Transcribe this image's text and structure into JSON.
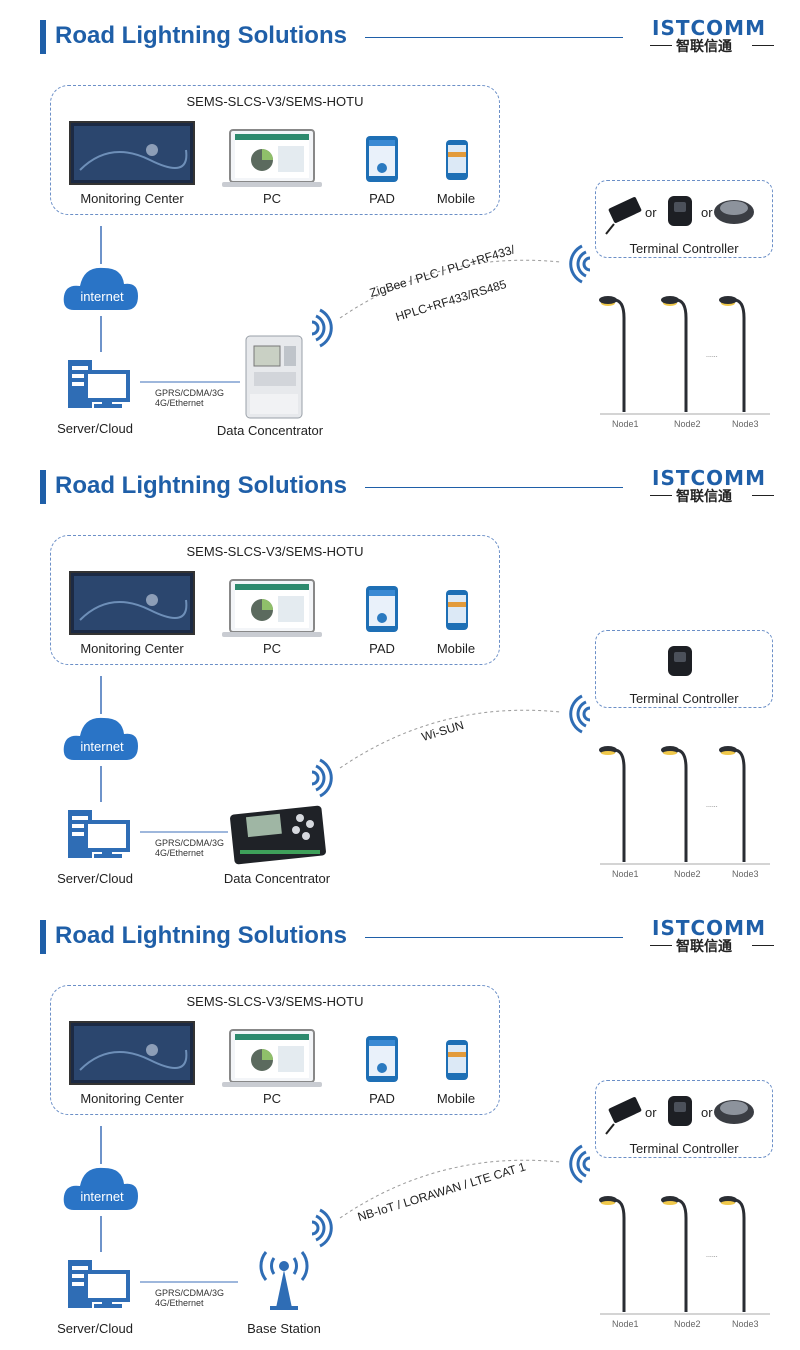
{
  "header": {
    "title": "Road Lightning Solutions"
  },
  "logo": {
    "brand": "ISTCOMM",
    "chinese": "智联信通"
  },
  "platform": {
    "system_name": "SEMS-SLCS-V3/SEMS-HOTU",
    "devices": [
      "Monitoring Center",
      "PC",
      "PAD",
      "Mobile"
    ]
  },
  "network": {
    "cloud": "internet",
    "server": "Server/Cloud",
    "link_label_1": "GPRS/CDMA/3G",
    "link_label_2": "4G/Ethernet"
  },
  "terminal": {
    "label": "Terminal Controller",
    "or": "or"
  },
  "nodes": [
    "Node1",
    "Node2",
    "Node3"
  ],
  "ellipsis": "......",
  "panels": [
    {
      "gateway": "Data Concentrator",
      "protocol_1": "ZigBee / PLC / PLC+RF433/",
      "protocol_2": "HPLC+RF433/RS485"
    },
    {
      "gateway": "Data Concentrator",
      "protocol_1": "Wi-SUN",
      "protocol_2": ""
    },
    {
      "gateway": "Base Station",
      "protocol_1": "NB-IoT / LORAWAN / LTE CAT 1",
      "protocol_2": ""
    }
  ],
  "colors": {
    "accent": "#1f5fa8",
    "dashed_border": "#6b8fc7",
    "icon_blue": "#2f6db5"
  }
}
